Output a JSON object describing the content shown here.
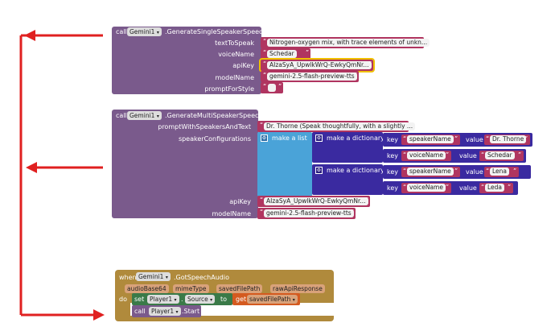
{
  "block1": {
    "call": "call",
    "component": "Gemini1",
    "method": ".GenerateSingleSpeakerSpeech",
    "params": {
      "textToSpeak": "textToSpeak",
      "voiceName": "voiceName",
      "apiKey": "apiKey",
      "modelName": "modelName",
      "promptForStyle": "promptForStyle"
    },
    "values": {
      "textToSpeak": "Nitrogen-oxygen mix, with trace elements of unkn...",
      "voiceName": "Schedar",
      "apiKey": "AIzaSyA_UpwlkWrQ-EwkyQmNr...",
      "modelName": "gemini-2.5-flash-preview-tts",
      "promptForStyle": ""
    }
  },
  "block2": {
    "call": "call",
    "component": "Gemini1",
    "method": ".GenerateMultiSpeakerSpeech",
    "params": {
      "prompt": "promptWithSpeakersAndText",
      "configs": "speakerConfigurations",
      "apiKey": "apiKey",
      "modelName": "modelName"
    },
    "values": {
      "prompt": "Dr. Thorne (Speak thoughtfully, with a slightly ...",
      "apiKey": "AIzaSyA_UpwlkWrQ-EwkyQmNr...",
      "modelName": "gemini-2.5-flash-preview-tts"
    },
    "make_list": "make a list",
    "make_dict": "make a dictionary",
    "key": "key",
    "value": "value",
    "dicts": [
      {
        "k1": "speakerName",
        "v1": "Dr. Thorne",
        "k2": "voiceName",
        "v2": "Schedar"
      },
      {
        "k1": "speakerName",
        "v1": "Lena",
        "k2": "voiceName",
        "v2": "Leda"
      }
    ]
  },
  "block3": {
    "when": "when",
    "component": "Gemini1",
    "event": ".GotSpeechAudio",
    "params": [
      "audioBase64",
      "mimeType",
      "savedFilePath",
      "rawApiResponse"
    ],
    "do": "do",
    "set": "set",
    "set_component": "Player1",
    "set_property": "Source",
    "to": "to",
    "get": "get",
    "get_var": "savedFilePath",
    "call": "call",
    "call_component": "Player1",
    "call_method": ".Start"
  },
  "colors": {
    "procedure": "#7a5a8c",
    "text": "#b03560",
    "list": "#4aa3d8",
    "dictionary": "#3a2aa0",
    "event": "#b08a3c",
    "setter": "#3a7a48",
    "getter": "#d45a1f",
    "arrow": "#e02020"
  }
}
